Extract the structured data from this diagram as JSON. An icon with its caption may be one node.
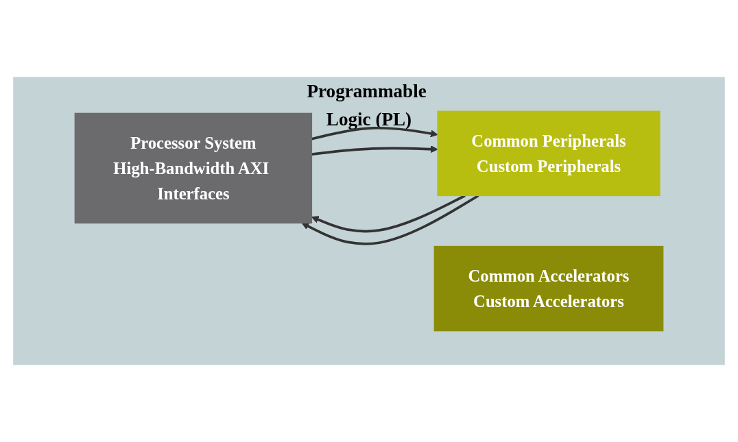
{
  "diagram": {
    "nodes": [
      {
        "text": [
          "Programmable Logic (PL)"
        ]
      },
      {
        "text": [
          "Processor System",
          "High-Bandwidth AXI Interfaces"
        ],
        "in": 0
      },
      {
        "text": [
          "Common Peripherals",
          "Custom Peripherals"
        ],
        "in": 0
      },
      {
        "text": [
          "Common Accelerators",
          "Custom Accelerators"
        ],
        "in": 0
      }
    ],
    "edges": [
      {
        "from": 2,
        "to": 1,
        "arrow": "to"
      },
      {
        "from": 1,
        "to": 2,
        "arrow": "to"
      },
      {
        "from": 2,
        "to": 1,
        "arrow": "to"
      },
      {
        "from": 1,
        "to": 2,
        "arrow": "to"
      }
    ]
  }
}
